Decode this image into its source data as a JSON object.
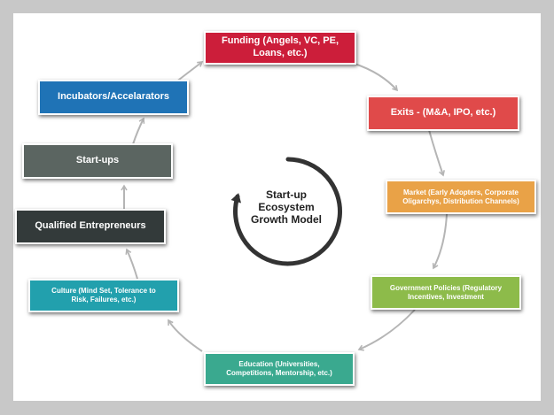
{
  "title": "Start-up Ecosystem Growth Model",
  "center_label": {
    "line1": "Start-up",
    "line2": "Ecosystem",
    "line3": "Growth Model"
  },
  "nodes": {
    "funding": {
      "line1": "Funding (Angels, VC, PE,",
      "line2": "Loans, etc.)",
      "color": "#cc1e3a"
    },
    "exits": {
      "label": "Exits - (M&A, IPO, etc.)",
      "color": "#e04a4a"
    },
    "market": {
      "line1": "Market (Early Adopters, Corporate",
      "line2": "Oligarchys, Distribution Channels)",
      "color": "#e9a247"
    },
    "government": {
      "line1": "Government Policies (Regulatory",
      "line2": "Incentives, Investment",
      "color": "#8dbb4a"
    },
    "education": {
      "line1": "Education (Universities,",
      "line2": "Competitions, Mentorship, etc.)",
      "color": "#3aa98f"
    },
    "culture": {
      "line1": "Culture (Mind Set, Tolerance to",
      "line2": "Risk, Failures, etc.)",
      "color": "#22a0ad"
    },
    "entrepreneurs": {
      "label": "Qualified Entrepreneurs",
      "color": "#333a3a"
    },
    "startups": {
      "label": "Start-ups",
      "color": "#5b6561"
    },
    "incubators": {
      "label": "Incubators/Accelarators",
      "color": "#1f73b6"
    }
  }
}
